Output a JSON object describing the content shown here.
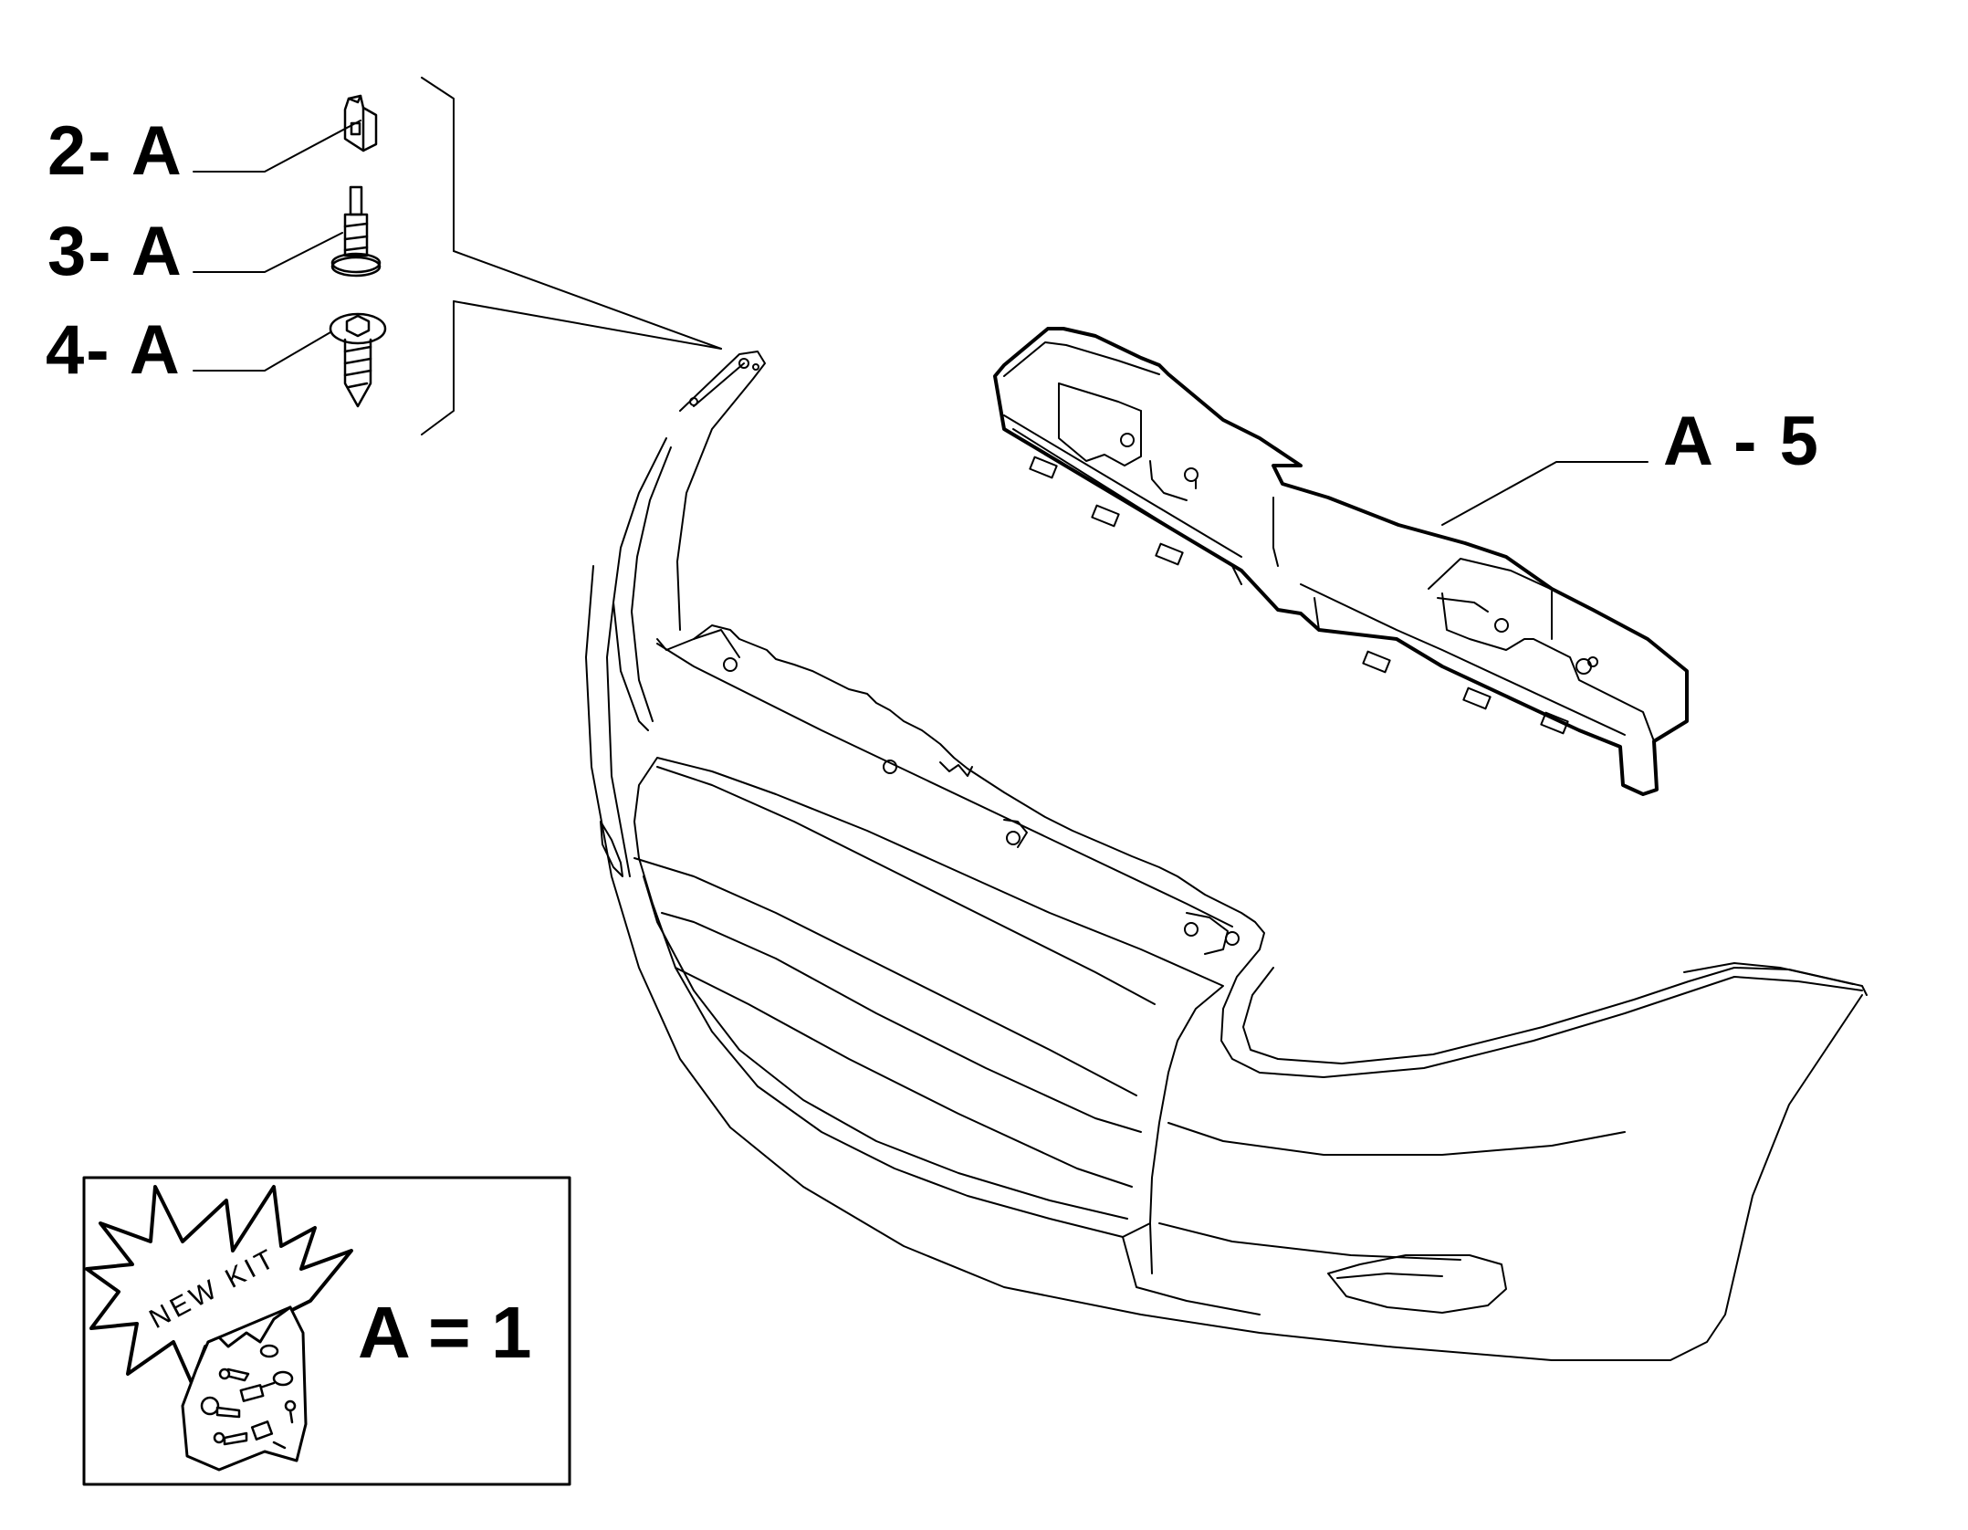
{
  "callouts": {
    "part_2": "2- A",
    "part_3": "3- A",
    "part_4": "4- A",
    "part_5": "A - 5"
  },
  "kit": {
    "badge_text": "NEW KIT",
    "quantity": "A = 1"
  },
  "colors": {
    "line": "#000000",
    "background": "#ffffff"
  }
}
